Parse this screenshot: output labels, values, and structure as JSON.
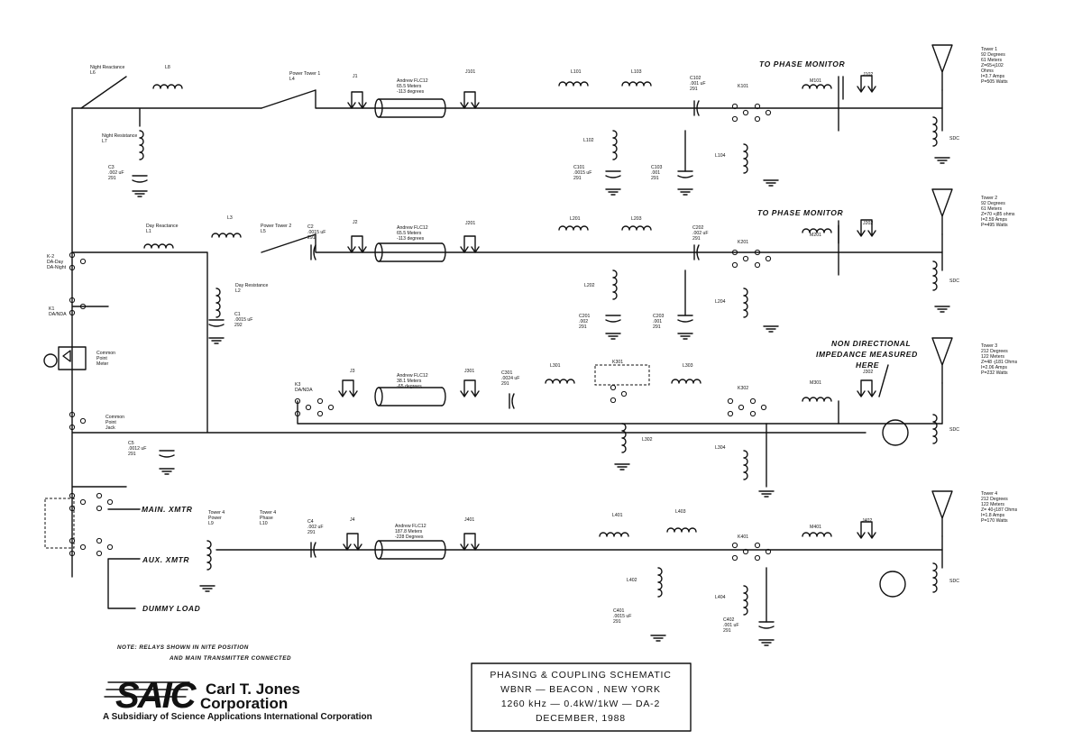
{
  "labels": {
    "night_reactance": "Night Reactance",
    "l6": "L6",
    "l8": "L8",
    "night_resistance": "Night Resistance",
    "l7": "L7",
    "c3": "C3",
    "c3_val": ".002 uF",
    "c3_type": "291",
    "power_tower1": "Power Tower 1",
    "l4": "L4",
    "day_reactance": "Day Reactance",
    "l1": "L1",
    "l3": "L3",
    "power_tower2": "Power Tower 2",
    "l5": "L5",
    "day_resistance": "Day Resistance",
    "l2": "L2",
    "c1": "C1",
    "c1_val": ".0015 uF",
    "c1_type": "292",
    "k2": "K-2",
    "k2_a": "DA-Day",
    "k2_b": "DA-Night",
    "k1": "K1",
    "k1_a": "DA/NDA",
    "cpm_1": "Common",
    "cpm_2": "Point",
    "cpm_3": "Meter",
    "cpj_1": "Common",
    "cpj_2": "Point",
    "cpj_3": "Jack",
    "c5": "C5",
    "c5_val": ".0012 uF",
    "c5_type": "291",
    "main_xmtr": "MAIN. XMTR",
    "aux_xmtr": "AUX. XMTR",
    "dummy_load": "DUMMY LOAD",
    "tower4_power_1": "Tower 4",
    "tower4_power_2": "Power",
    "l9": "L9",
    "tower4_phase_1": "Tower 4",
    "tower4_phase_2": "Phase",
    "l10": "L10",
    "c2": "C2",
    "c2_val": ".0015 uF",
    "c2_type": "291",
    "c4": "C4",
    "c4_val": ".002 uF",
    "c4_type": "291",
    "k3": "K3",
    "k3_a": "DA/NDA",
    "j1": "J1",
    "j2": "J2",
    "j3": "J3",
    "j4": "J4",
    "line1_a": "Andrew FLC12",
    "line1_b": "65.5 Meters",
    "line1_c": "-113 degrees",
    "line2_a": "Andrew FLC12",
    "line2_b": "65.5 Meters",
    "line2_c": "-113 degrees",
    "line3_a": "Andrew FLC12",
    "line3_b": "38.1 Meters",
    "line3_c": "-65 degrees",
    "line4_a": "Andrew FLC12",
    "line4_b": "187.8 Meters",
    "line4_c": "-228 Degrees",
    "j101": "J101",
    "j201": "J201",
    "j301": "J301",
    "j401": "J401",
    "l101": "L101",
    "l102": "L102",
    "l103": "L103",
    "l104": "L104",
    "c101": "C101",
    "c101_val": ".0015 uF",
    "c101_type": "291",
    "c102": "C102",
    "c102_val": ".001 uF",
    "c102_type": "291",
    "c103": "C103",
    "c103_val": ".001",
    "c103_type": "291",
    "k101": "K101",
    "m101": "M101",
    "j102": "J102",
    "l201": "L201",
    "l202": "L202",
    "l203": "L203",
    "l204": "L204",
    "c201": "C201",
    "c201_val": ".002",
    "c201_type": "291",
    "c202": "C202",
    "c202_val": ".002 uF",
    "c202_type": "291",
    "c203": "C203",
    "c203_val": ".001",
    "c203_type": "291",
    "k201": "K201",
    "m201": "M201",
    "j202": "J202",
    "c301": "C301",
    "c301_val": ".0024 uF",
    "c301_type": "291",
    "l301": "L301",
    "k301": "K301",
    "l302": "L302",
    "l303": "L303",
    "l304": "L304",
    "k302": "K302",
    "m301": "M301",
    "j302": "J302",
    "l401": "L401",
    "l402": "L402",
    "l403": "L403",
    "l404": "L404",
    "c401": "C401",
    "c401_val": ".0015 uF",
    "c401_type": "291",
    "c402": "C402",
    "c402_val": ".001 uF",
    "c402_type": "291",
    "k401": "K401",
    "m401": "M401",
    "j402": "J402",
    "to_phase_monitor_1": "TO PHASE MONITOR",
    "to_phase_monitor_2": "TO PHASE MONITOR",
    "nd_1": "NON DIRECTIONAL",
    "nd_2": "IMPEDANCE MEASURED",
    "nd_3": "HERE",
    "sdc1": "SDC",
    "sdc2": "SDC",
    "sdc3": "SDC",
    "sdc4": "SDC"
  },
  "towers": [
    [
      "Tower 1",
      "92 Degrees",
      "61 Meters",
      "Z=65+j102",
      "Ohms",
      "I=3.7 Amps",
      "P=505 Watts"
    ],
    [
      "Tower 2",
      "92 Degrees",
      "61 Meters",
      "Z=70 +j85 ohms",
      "I=2.59 Amps",
      "P=495 Watts"
    ],
    [
      "Tower 3",
      "212 Degrees",
      "122 Meters",
      "Z=48 -j181 Ohms",
      "I=2.06 Amps",
      "P=232 Watts"
    ],
    [
      "Tower 4",
      "212 Degrees",
      "122 Meters",
      "Z= 40-j187 Ohms",
      "I=1.8 Amps",
      "P=170 Watts"
    ]
  ],
  "note": {
    "line1": "NOTE:  RELAYS SHOWN IN NITE POSITION",
    "line2": "AND MAIN TRANSMITTER CONNECTED"
  },
  "logo": {
    "mark": "SAIC",
    "company_1": "Carl T. Jones",
    "company_2": "Corporation",
    "subsidiary": "A Subsidiary of Science Applications International Corporation"
  },
  "title_block": {
    "line1": "PHASING & COUPLING SCHEMATIC",
    "line2": "WBNR — BEACON , NEW YORK",
    "line3": "1260 kHz  — 0.4kW/1kW —  DA-2",
    "line4": "DECEMBER, 1988"
  }
}
